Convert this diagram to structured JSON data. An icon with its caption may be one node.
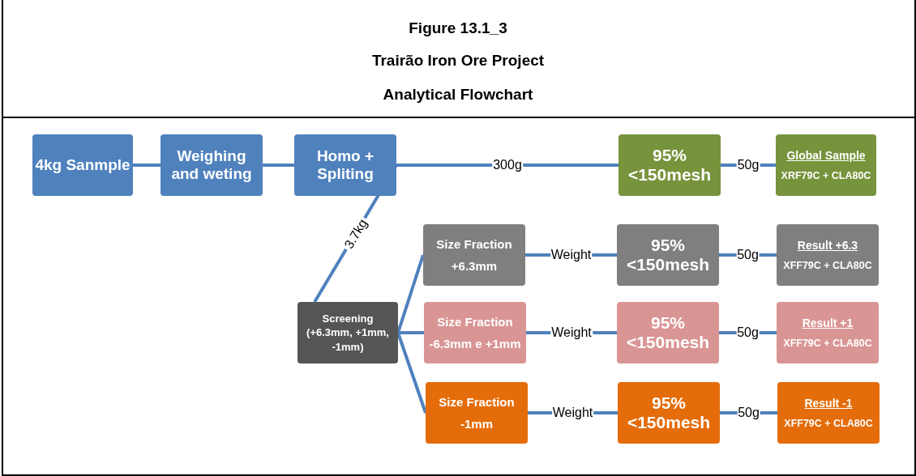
{
  "diagram": {
    "title": "Figure 13.1_3",
    "nodes": [
      {
        "text": [
          "4kg Sanmple"
        ]
      },
      {
        "text": [
          "Weighing and weting"
        ]
      },
      {
        "text": [
          "Homo + Spliting"
        ]
      },
      {
        "text": [
          "95% <150mesh"
        ]
      },
      {
        "text": [
          "Global Sample",
          "XRF79C + CLA80C"
        ]
      },
      {
        "text": [
          "Size Fraction",
          "+6.3mm"
        ]
      },
      {
        "text": [
          "95% <150mesh"
        ]
      },
      {
        "text": [
          "Result +6.3",
          "XFF79C + CLA80C"
        ]
      },
      {
        "text": [
          "Screening (+6.3mm, +1mm, -1mm)"
        ]
      },
      {
        "text": [
          "Size Fraction",
          "-6.3mm e +1mm"
        ]
      },
      {
        "text": [
          "95% <150mesh"
        ]
      },
      {
        "text": [
          "Result +1",
          "XFF79C + CLA80C"
        ]
      },
      {
        "text": [
          "Size Fraction",
          "-1mm"
        ]
      },
      {
        "text": [
          "95% <150mesh"
        ]
      },
      {
        "text": [
          "Result -1",
          "XFF79C + CLA80C"
        ]
      }
    ],
    "edges": [
      {
        "from": 0,
        "to": 1,
        "arrow": "none"
      },
      {
        "from": 1,
        "to": 2,
        "arrow": "none"
      },
      {
        "from": 2,
        "to": 3,
        "arrow": "none",
        "label": "300g"
      },
      {
        "from": 2,
        "to": 8,
        "arrow": "none",
        "label": "3.7kg"
      },
      {
        "from": 3,
        "to": 4,
        "arrow": "none",
        "label": "50g"
      },
      {
        "from": 8,
        "to": 5,
        "arrow": "none"
      },
      {
        "from": 8,
        "to": 9,
        "arrow": "none"
      },
      {
        "from": 8,
        "to": 12,
        "arrow": "none"
      },
      {
        "from": 5,
        "to": 6,
        "arrow": "none",
        "label": "Weight"
      },
      {
        "from": 6,
        "to": 7,
        "arrow": "none",
        "label": "50g"
      },
      {
        "from": 9,
        "to": 10,
        "arrow": "none",
        "label": "Weight"
      },
      {
        "from": 10,
        "to": 11,
        "arrow": "none",
        "label": "50g"
      },
      {
        "from": 12,
        "to": 13,
        "arrow": "none",
        "label": "Weight"
      },
      {
        "from": 13,
        "to": 14,
        "arrow": "none",
        "label": "50g"
      }
    ],
    "labels": [
      "Trairão Iron Ore Project",
      "Analytical Flowchart"
    ]
  }
}
